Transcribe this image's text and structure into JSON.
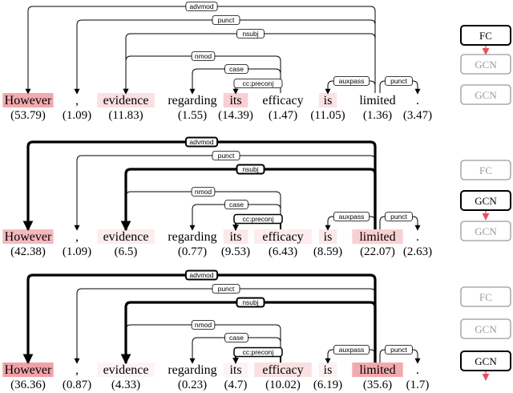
{
  "words": [
    "However",
    ",",
    "evidence",
    "regarding",
    "its",
    "efficacy",
    "is",
    "limited",
    "."
  ],
  "panels": [
    {
      "scores": [
        "(53.79)",
        "(1.09)",
        "(11.83)",
        "(1.55)",
        "(14.39)",
        "(1.47)",
        "(11.05)",
        "(1.36)",
        "(3.47)"
      ],
      "highlight": [
        0.55,
        0,
        0.2,
        0,
        0.3,
        0,
        0.18,
        0,
        0
      ],
      "edges": [
        {
          "label": "advmod",
          "from": 7,
          "to": 0,
          "weight": "thin"
        },
        {
          "label": "punct",
          "from": 7,
          "to": 1,
          "weight": "thin"
        },
        {
          "label": "nsubj",
          "from": 7,
          "to": 2,
          "weight": "thin"
        },
        {
          "label": "nmod",
          "from": 5,
          "to": 2,
          "weight": "thin"
        },
        {
          "label": "case",
          "from": 5,
          "to": 3,
          "weight": "thin"
        },
        {
          "label": "cc:preconj",
          "from": 5,
          "to": 4,
          "weight": "thin"
        },
        {
          "label": "auxpass",
          "from": 7,
          "to": 6,
          "weight": "thin"
        },
        {
          "label": "punct",
          "from": 7,
          "to": 8,
          "weight": "thin"
        }
      ],
      "layers": [
        {
          "label": "FC",
          "state": "active"
        },
        {
          "label": "GCN",
          "state": "inactive"
        },
        {
          "label": "GCN",
          "state": "inactive"
        }
      ]
    },
    {
      "scores": [
        "(42.38)",
        "(1.09)",
        "(6.5)",
        "(0.77)",
        "(9.53)",
        "(6.43)",
        "(8.59)",
        "(22.07)",
        "(2.63)"
      ],
      "highlight": [
        0.45,
        0,
        0.12,
        0,
        0.15,
        0.12,
        0.15,
        0.3,
        0
      ],
      "edges": [
        {
          "label": "advmod",
          "from": 7,
          "to": 0,
          "weight": "thick"
        },
        {
          "label": "punct",
          "from": 7,
          "to": 1,
          "weight": "thin"
        },
        {
          "label": "nsubj",
          "from": 7,
          "to": 2,
          "weight": "thick"
        },
        {
          "label": "nmod",
          "from": 5,
          "to": 2,
          "weight": "thin"
        },
        {
          "label": "case",
          "from": 5,
          "to": 3,
          "weight": "thin"
        },
        {
          "label": "cc:preconj",
          "from": 5,
          "to": 4,
          "weight": "medium"
        },
        {
          "label": "auxpass",
          "from": 7,
          "to": 6,
          "weight": "thin"
        },
        {
          "label": "punct",
          "from": 7,
          "to": 8,
          "weight": "thin"
        }
      ],
      "layers": [
        {
          "label": "FC",
          "state": "inactive"
        },
        {
          "label": "GCN",
          "state": "active"
        },
        {
          "label": "GCN",
          "state": "inactive"
        }
      ]
    },
    {
      "scores": [
        "(36.36)",
        "(0.87)",
        "(4.33)",
        "(0.23)",
        "(4.7)",
        "(10.02)",
        "(6.19)",
        "(35.6)",
        "(1.7)"
      ],
      "highlight": [
        0.6,
        0,
        0.08,
        0,
        0.08,
        0.2,
        0.1,
        0.55,
        0
      ],
      "edges": [
        {
          "label": "advmod",
          "from": 7,
          "to": 0,
          "weight": "thick"
        },
        {
          "label": "punct",
          "from": 7,
          "to": 1,
          "weight": "thin"
        },
        {
          "label": "nsubj",
          "from": 7,
          "to": 2,
          "weight": "thick"
        },
        {
          "label": "nmod",
          "from": 5,
          "to": 2,
          "weight": "thin"
        },
        {
          "label": "case",
          "from": 5,
          "to": 3,
          "weight": "thin"
        },
        {
          "label": "cc:preconj",
          "from": 5,
          "to": 4,
          "weight": "medium"
        },
        {
          "label": "auxpass",
          "from": 7,
          "to": 6,
          "weight": "thin"
        },
        {
          "label": "punct",
          "from": 7,
          "to": 8,
          "weight": "thin"
        }
      ],
      "layers": [
        {
          "label": "FC",
          "state": "inactive"
        },
        {
          "label": "GCN",
          "state": "inactive"
        },
        {
          "label": "GCN",
          "state": "active"
        }
      ]
    }
  ],
  "colors": {
    "highlight": "#e8646e",
    "arrow_red": "#e8505a",
    "active_border": "#000000",
    "inactive_border": "#9a9a9a",
    "inactive_text": "#9a9a9a"
  }
}
